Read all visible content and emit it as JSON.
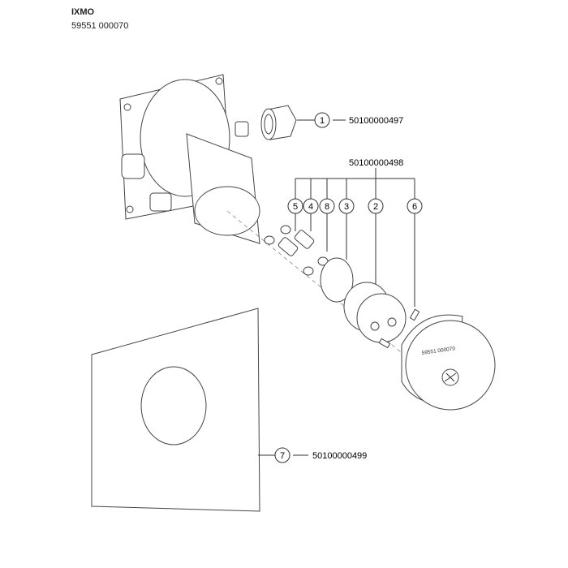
{
  "header": {
    "title": "IXMO",
    "article_number": "59551 000070"
  },
  "callouts": [
    {
      "number": "1",
      "part_number": "50100000497"
    },
    {
      "group_part_number": "50100000498",
      "items": [
        "5",
        "4",
        "8",
        "3",
        "2",
        "6"
      ]
    },
    {
      "number": "7",
      "part_number": "50100000499"
    }
  ],
  "cap_label": "59551 000070"
}
